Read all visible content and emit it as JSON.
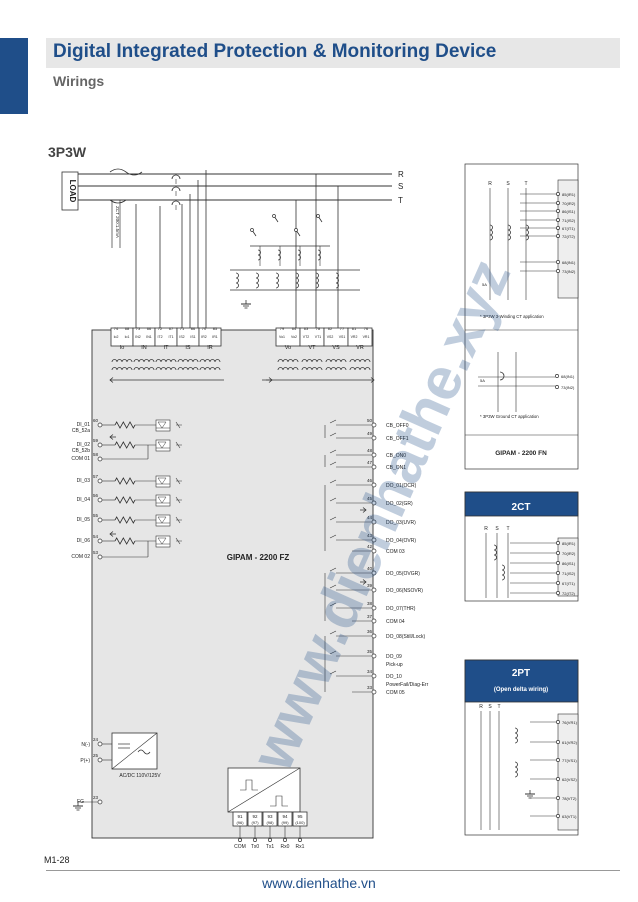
{
  "header": {
    "title": "Digital Integrated Protection & Monitoring Device",
    "subtitle": "Wirings"
  },
  "section_title": "3P3W",
  "page_number": "M1-28",
  "footer_url": "www.dienhathe.vn",
  "watermark": "www.dienhathe.xyz",
  "labels": {
    "load": "LOAD",
    "zct": "ZCT 200:1.5mA",
    "phase_r": "R",
    "phase_s": "S",
    "phase_t": "T",
    "device_main": "GIPAM - 2200 FZ",
    "ac_dc": "AC/DC 110V/125V",
    "n_minus": "N(-)",
    "p_plus": "P(+)",
    "fg": "FG"
  },
  "current_inputs": [
    {
      "t1": "74",
      "t2": "68",
      "l1": "Io2",
      "l2": "Io1",
      "ch": "Io"
    },
    {
      "t1": "73",
      "t2": "66",
      "l1": "IN2",
      "l2": "IN1",
      "ch": "IN"
    },
    {
      "t1": "72",
      "t2": "67",
      "l1": "IT2",
      "l2": "IT1",
      "ch": "IT"
    },
    {
      "t1": "71",
      "t2": "86",
      "l1": "IS2",
      "l2": "IS1",
      "ch": "IS"
    },
    {
      "t1": "70",
      "t2": "85",
      "l1": "IR2",
      "l2": "IR1",
      "ch": "IR"
    }
  ],
  "voltage_inputs": [
    {
      "t1": "79",
      "t2": "64",
      "l1": "Vo1",
      "l2": "Vo2",
      "ch": "Vo"
    },
    {
      "t1": "63",
      "t2": "78",
      "l1": "VT2",
      "l2": "VT1",
      "ch": "VT"
    },
    {
      "t1": "62",
      "t2": "77",
      "l1": "VS2",
      "l2": "VS1",
      "ch": "VS"
    },
    {
      "t1": "61",
      "t2": "76",
      "l1": "VR2",
      "l2": "VR1",
      "ch": "VR"
    }
  ],
  "digital_inputs": [
    {
      "term": "60",
      "label": "DI_01",
      "label2": "CB_52a"
    },
    {
      "term": "59",
      "label": "DI_02",
      "label2": "CB_52b"
    },
    {
      "term": "58",
      "label": "COM 01",
      "label2": ""
    },
    {
      "term": "57",
      "label": "DI_03",
      "label2": ""
    },
    {
      "term": "56",
      "label": "DI_04",
      "label2": ""
    },
    {
      "term": "55",
      "label": "DI_05",
      "label2": ""
    },
    {
      "term": "54",
      "label": "DI_06",
      "label2": ""
    },
    {
      "term": "53",
      "label": "COM 02",
      "label2": ""
    }
  ],
  "digital_outputs": [
    {
      "term": "50",
      "label": "CB_OFF0"
    },
    {
      "term": "49",
      "label": "CB_OFF1"
    },
    {
      "term": "48",
      "label": "CB_ON0"
    },
    {
      "term": "47",
      "label": "CB_ON1"
    },
    {
      "term": "46",
      "label": "DO_01(OCR)"
    },
    {
      "term": "45",
      "label": "DO_02(GR)"
    },
    {
      "term": "44",
      "label": "DO_03(UVR)"
    },
    {
      "term": "43",
      "label": "DO_04(OVR)"
    },
    {
      "term": "42",
      "label": "COM 03"
    },
    {
      "term": "40",
      "label": "DO_05(OVGR)"
    },
    {
      "term": "39",
      "label": "DO_06(NSOVR)"
    },
    {
      "term": "38",
      "label": "DO_07(THR)"
    },
    {
      "term": "37",
      "label": "COM 04"
    },
    {
      "term": "36",
      "label": "DO_08(Still/Lock)"
    },
    {
      "term": "35",
      "label": "DO_09"
    },
    {
      "term": "",
      "label": "Pick-up"
    },
    {
      "term": "34",
      "label": "DO_10"
    },
    {
      "term": "",
      "label": "PowerFail/Diag-Err"
    },
    {
      "term": "33",
      "label": "COM 05"
    }
  ],
  "power_terms": [
    {
      "term": "24"
    },
    {
      "term": "25"
    },
    {
      "term": "23"
    }
  ],
  "comm": [
    {
      "term": "91",
      "alt": "(96)",
      "label": "COM"
    },
    {
      "term": "92",
      "alt": "(97)",
      "label": "Tx0"
    },
    {
      "term": "93",
      "alt": "(98)",
      "label": "Tx1"
    },
    {
      "term": "94",
      "alt": "(99)",
      "label": "Rx0"
    },
    {
      "term": "95",
      "alt": "(100)",
      "label": "Rx1"
    }
  ],
  "fn_panel": {
    "rst": [
      "R",
      "S",
      "T"
    ],
    "terms": [
      "85(IR1)",
      "70(IR2)",
      "86(IS1)",
      "71(IS2)",
      "67(IT1)",
      "72(IT2)",
      "68(IN1)",
      "73(IN2)"
    ],
    "note1": "* 3P3W 3-Winding CT application",
    "ground_terms": [
      "68(IN1)",
      "73(IN2)"
    ],
    "note2": "* 3P3W Ground CT application",
    "label_5a": "5A",
    "device": "GIPAM - 2200 FN"
  },
  "ct_panel": {
    "title": "2CT",
    "rst": [
      "R",
      "S",
      "T"
    ],
    "terms": [
      "85(IR1)",
      "70(IR2)",
      "86(IS1)",
      "71(IS2)",
      "67(IT1)",
      "72(IT2)"
    ]
  },
  "pt_panel": {
    "title": "2PT",
    "subtitle": "(Open delta wiring)",
    "rst": [
      "R",
      "S",
      "T"
    ],
    "terms": [
      "76(VR1)",
      "61(VR2)",
      "77(VS1)",
      "62(VS2)",
      "78(VT2)",
      "63(VT1)"
    ]
  },
  "colors": {
    "accent": "#1f4e89",
    "panel_header": "#1f4e89",
    "panel_header_text": "#ffffff",
    "watermark": "#1f4e89"
  }
}
